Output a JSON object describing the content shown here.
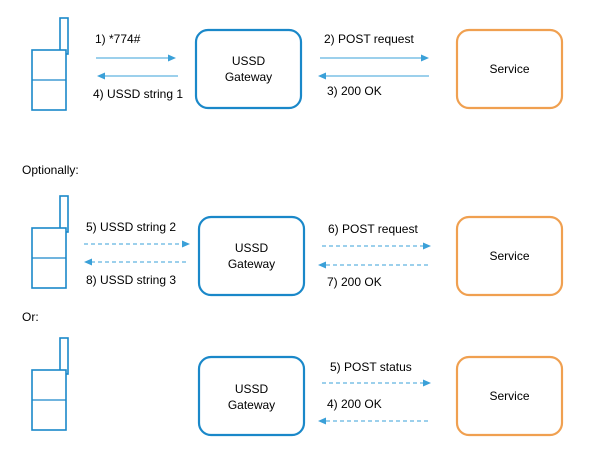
{
  "rows": [
    {
      "gateway_label": [
        "USSD",
        "Gateway"
      ],
      "service_label": "Service",
      "arrows": [
        {
          "label": "1) *774#",
          "direction": "right",
          "segment": "phone-gateway",
          "dashed": false
        },
        {
          "label": "4) USSD string 1",
          "direction": "left",
          "segment": "phone-gateway",
          "dashed": false
        },
        {
          "label": "2) POST request",
          "direction": "right",
          "segment": "gateway-service",
          "dashed": false
        },
        {
          "label": "3) 200  OK",
          "direction": "left",
          "segment": "gateway-service",
          "dashed": false
        }
      ]
    },
    {
      "section_label": "Optionally:",
      "gateway_label": [
        "USSD",
        "Gateway"
      ],
      "service_label": "Service",
      "arrows": [
        {
          "label": "5) USSD string 2",
          "direction": "right",
          "segment": "phone-gateway",
          "dashed": true
        },
        {
          "label": "8) USSD string 3",
          "direction": "left",
          "segment": "phone-gateway",
          "dashed": true
        },
        {
          "label": "6) POST request",
          "direction": "right",
          "segment": "gateway-service",
          "dashed": true
        },
        {
          "label": "7) 200  OK",
          "direction": "left",
          "segment": "gateway-service",
          "dashed": true
        }
      ]
    },
    {
      "section_label": "Or:",
      "gateway_label": [
        "USSD",
        "Gateway"
      ],
      "service_label": "Service",
      "arrows": [
        {
          "label": "5) POST status",
          "direction": "right",
          "segment": "gateway-service",
          "dashed": true
        },
        {
          "label": "4) 200  OK",
          "direction": "left",
          "segment": "gateway-service",
          "dashed": true
        }
      ]
    }
  ],
  "colors": {
    "phone": "#1a88c9",
    "gateway": "#1a88c9",
    "service": "#f0a050",
    "arrow": "#3aa0d8"
  },
  "icons": {
    "phone": "mobile-phone-icon"
  }
}
